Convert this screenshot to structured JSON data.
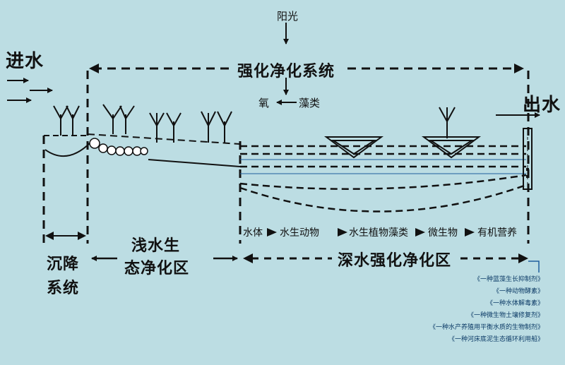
{
  "labels": {
    "sunlight": "阳光",
    "inflow": "进水",
    "outflow": "出水",
    "system_title": "强化净化系统",
    "oxygen": "氧",
    "algae": "藻类",
    "shallow_zone_line1": "浅水生",
    "shallow_zone_line2": "态净化区",
    "settling_line1": "沉降",
    "settling_line2": "系统",
    "deep_zone": "深水强化净化区"
  },
  "food_chain": [
    "水体",
    "水生动物",
    "水生植物藻类",
    "微生物",
    "有机营养"
  ],
  "references": [
    "《一种蓝藻生长抑制剂》",
    "《一种动物酵素》",
    "《一种水体解毒素》",
    "《一种微生物土壤修复剂》",
    "《一种水产养殖用平衡水质的生物制剂》",
    "《一种河床底泥生态循环利用船》"
  ],
  "colors": {
    "background": "#bcdde3",
    "line": "#111111",
    "reference_text": "#0b3a66",
    "thin_line": "#1e5f9e"
  }
}
